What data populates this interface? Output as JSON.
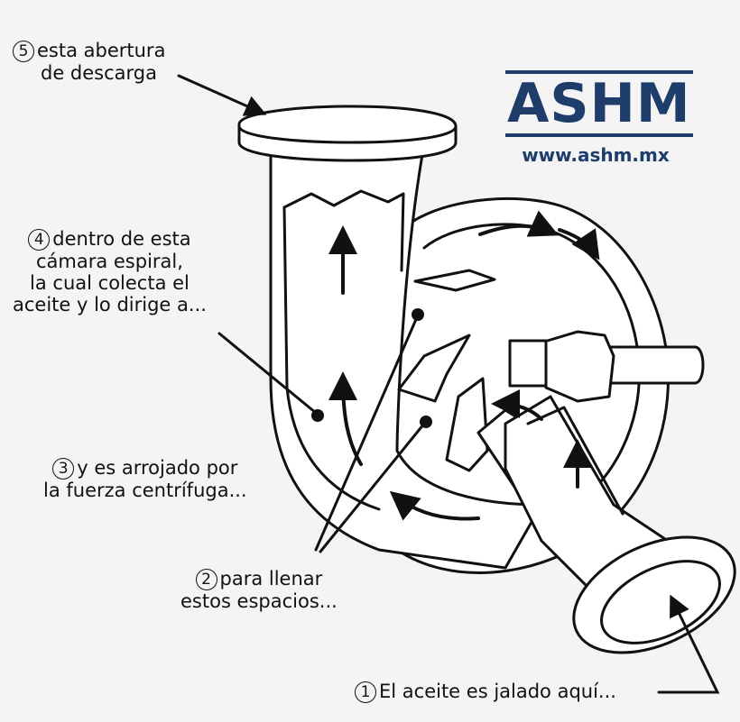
{
  "brand": {
    "name": "ASHM",
    "url": "www.ashm.mx",
    "color": "#1f3d6b"
  },
  "labels": [
    {
      "num": "5",
      "lines": [
        "esta abertura",
        "de descarga"
      ]
    },
    {
      "num": "4",
      "lines": [
        "dentro de esta",
        "cámara espiral,",
        "la cual colecta el",
        "aceite y lo dirige a..."
      ]
    },
    {
      "num": "3",
      "lines": [
        "y es arrojado por",
        "la fuerza centrífuga..."
      ]
    },
    {
      "num": "2",
      "lines": [
        "para llenar",
        "estos espacios..."
      ]
    },
    {
      "num": "1",
      "lines": [
        "El aceite es jalado aquí..."
      ]
    }
  ],
  "colors": {
    "ink": "#111111",
    "background": "#f4f4f4"
  }
}
